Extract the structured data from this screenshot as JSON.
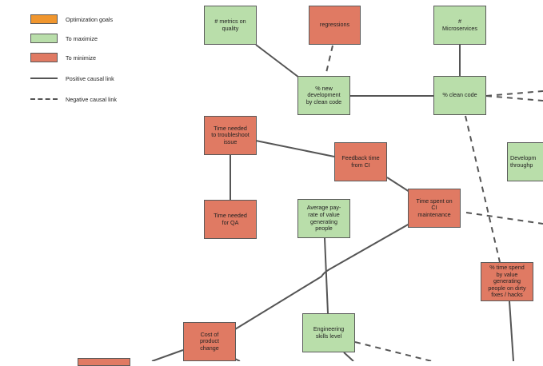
{
  "legend": {
    "items": [
      {
        "id": "goal",
        "label": "Optimization goals",
        "kind": "swatch",
        "color": "#f0962e"
      },
      {
        "id": "maximize",
        "label": "To maximize",
        "kind": "swatch",
        "color": "#b9deaa"
      },
      {
        "id": "minimize",
        "label": "To minimize",
        "kind": "swatch",
        "color": "#e07a63"
      },
      {
        "id": "positive",
        "label": "Positive causal link",
        "kind": "line"
      },
      {
        "id": "negative",
        "label": "Negative causal link",
        "kind": "dashed-line"
      }
    ]
  },
  "nodes": [
    {
      "id": "metrics-on-quality",
      "label": "# metrics on\nquality",
      "type": "maximize"
    },
    {
      "id": "regressions",
      "label": "regressions",
      "type": "minimize"
    },
    {
      "id": "microservices",
      "label": "#\nMicroservices",
      "type": "maximize"
    },
    {
      "id": "pct-new-dev",
      "label": "% new\ndevelopment\nby clean code",
      "type": "maximize"
    },
    {
      "id": "pct-clean-code",
      "label": "% clean code",
      "type": "maximize"
    },
    {
      "id": "troubleshoot-time",
      "label": "Time needed\nto troubleshoot\nissue",
      "type": "minimize"
    },
    {
      "id": "feedback-time",
      "label": "Feedback time\nfrom CI",
      "type": "minimize"
    },
    {
      "id": "dev-throughput",
      "label": "Developm\nthroughp",
      "type": "maximize"
    },
    {
      "id": "qa-time",
      "label": "Time needed\nfor QA",
      "type": "minimize"
    },
    {
      "id": "avg-pay-rate",
      "label": "Average pay-\nrate of value\ngenerating\npeople",
      "type": "maximize"
    },
    {
      "id": "ci-maintenance",
      "label": "Time spent on\nCI\nmaintenance",
      "type": "minimize"
    },
    {
      "id": "dirty-fixes",
      "label": "% time spend\nby value\ngenerating\npeople on dirty\nfixes / hacks",
      "type": "minimize"
    },
    {
      "id": "product-change-cost",
      "label": "Cost of\nproduct\nchange",
      "type": "minimize"
    },
    {
      "id": "engineering-skills",
      "label": "Engineering\nskills level",
      "type": "maximize"
    },
    {
      "id": "offscreen-bottom-left",
      "label": "",
      "type": "minimize"
    }
  ],
  "links": [
    {
      "from": "metrics-on-quality",
      "to": "pct-new-dev",
      "polarity": "positive"
    },
    {
      "from": "regressions",
      "to": "pct-new-dev",
      "polarity": "negative"
    },
    {
      "from": "microservices",
      "to": "pct-clean-code",
      "polarity": "positive"
    },
    {
      "from": "pct-new-dev",
      "to": "pct-clean-code",
      "polarity": "positive"
    },
    {
      "from": "pct-clean-code",
      "to": "dirty-fixes",
      "polarity": "negative"
    },
    {
      "from": "troubleshoot-time",
      "to": "feedback-time",
      "polarity": "positive"
    },
    {
      "from": "troubleshoot-time",
      "to": "qa-time",
      "polarity": "positive"
    },
    {
      "from": "feedback-time",
      "to": "ci-maintenance",
      "polarity": "positive"
    },
    {
      "from": "ci-maintenance",
      "to": "product-change-cost",
      "polarity": "positive"
    },
    {
      "from": "avg-pay-rate",
      "to": "engineering-skills",
      "polarity": "positive"
    }
  ]
}
